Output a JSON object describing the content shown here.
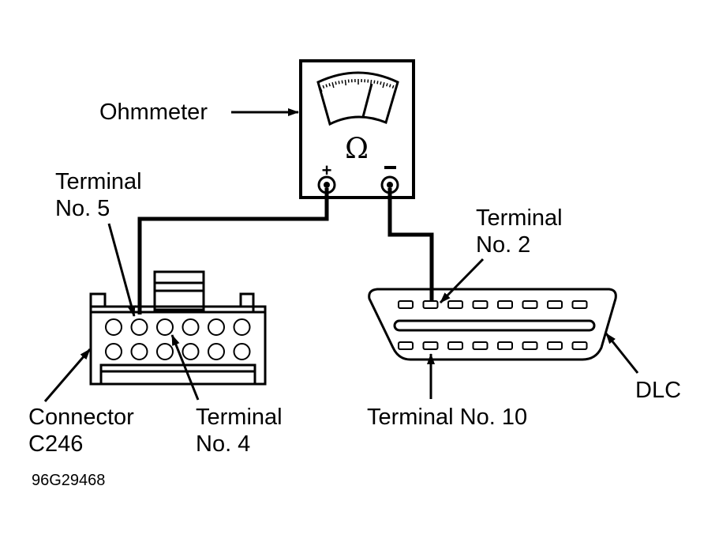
{
  "figure_code": "96G29468",
  "labels": {
    "ohmmeter": "Ohmmeter",
    "terminal5_line1": "Terminal",
    "terminal5_line2": "No. 5",
    "terminal2_line1": "Terminal",
    "terminal2_line2": "No. 2",
    "connector_line1": "Connector",
    "connector_line2": "C246",
    "terminal4_line1": "Terminal",
    "terminal4_line2": "No. 4",
    "terminal10": "Terminal No. 10",
    "dlc": "DLC"
  },
  "ohmmeter": {
    "symbol": "Ω",
    "plus": "+",
    "minus": "−"
  },
  "connector_c246": {
    "rows": 2,
    "cols": 6
  },
  "dlc": {
    "rows": 2,
    "pins_per_row": 8
  },
  "colors": {
    "ink": "#000000",
    "background": "#ffffff"
  }
}
